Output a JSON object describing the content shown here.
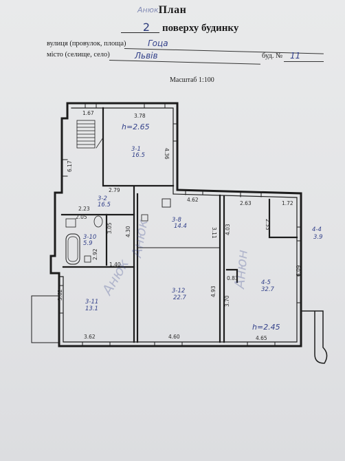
{
  "header": {
    "handwritten_top": "Анюк",
    "title": "План",
    "floor_number": "2",
    "subtitle": "поверху будинку",
    "street_label": "вулиця (провулок, площа)",
    "street_value": "Гоца",
    "city_label": "місто (селище, село)",
    "city_value": "Львів",
    "building_label": "буд. №",
    "building_value": "11",
    "scale": "Масштаб 1:100"
  },
  "plan": {
    "dims": [
      "1.67",
      "3.78",
      "4.36",
      "2.79",
      "6.17",
      "2.23",
      "4.62",
      "2.63",
      "1.72",
      "2.05",
      "4.30",
      "3.05",
      "2.92",
      "1.40",
      "3.11",
      "4.03",
      "2.33",
      "0.83",
      "6.09",
      "3.62",
      "4.93",
      "3.70",
      "3.62",
      "4.60",
      "4.65"
    ],
    "rooms": [
      {
        "number": "3-1",
        "area": "16.5"
      },
      {
        "number": "3-2",
        "area": "16.5"
      },
      {
        "number": "3-10",
        "area": "5.9"
      },
      {
        "number": "3-8",
        "area": "14.4"
      },
      {
        "number": "3-12",
        "area": "22.7"
      },
      {
        "number": "3-11",
        "area": "13.1"
      },
      {
        "number": "4-5",
        "area": "32.7"
      },
      {
        "number": "4-4",
        "area": "3.9"
      }
    ],
    "heights": [
      "h=2.65",
      "h=2.45"
    ]
  }
}
